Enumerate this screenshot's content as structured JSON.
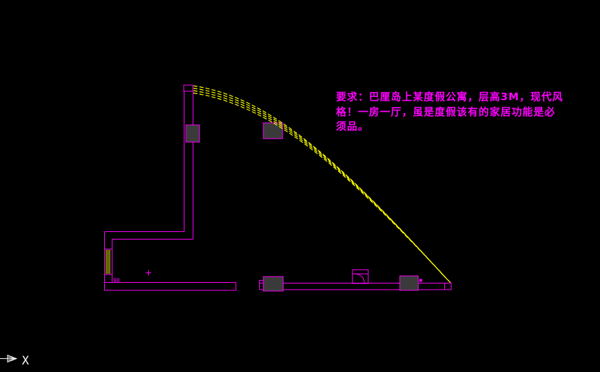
{
  "app": {
    "type": "cad-drawing-viewport"
  },
  "colors": {
    "background": "#000000",
    "wall": "#FF00FF",
    "curve": "#FFFF00",
    "column_fill": "#3A3A3A",
    "axis": "#FFFFFF",
    "text": "#FF00FF"
  },
  "annotation": {
    "full_text": "要求：巴厘岛上某度假公寓，层高3M，现代风格！一房一厅，虽是度假该有的家居功能是必须品。",
    "lines": [
      "要求：巴厘岛上某度假公寓，层高3M，现代风",
      "格！一房一厅，虽是度假该有的家居功能是必",
      "须品。"
    ]
  },
  "floorplan": {
    "dimension_label": "90"
  },
  "axis_indicator": {
    "label": "X"
  }
}
